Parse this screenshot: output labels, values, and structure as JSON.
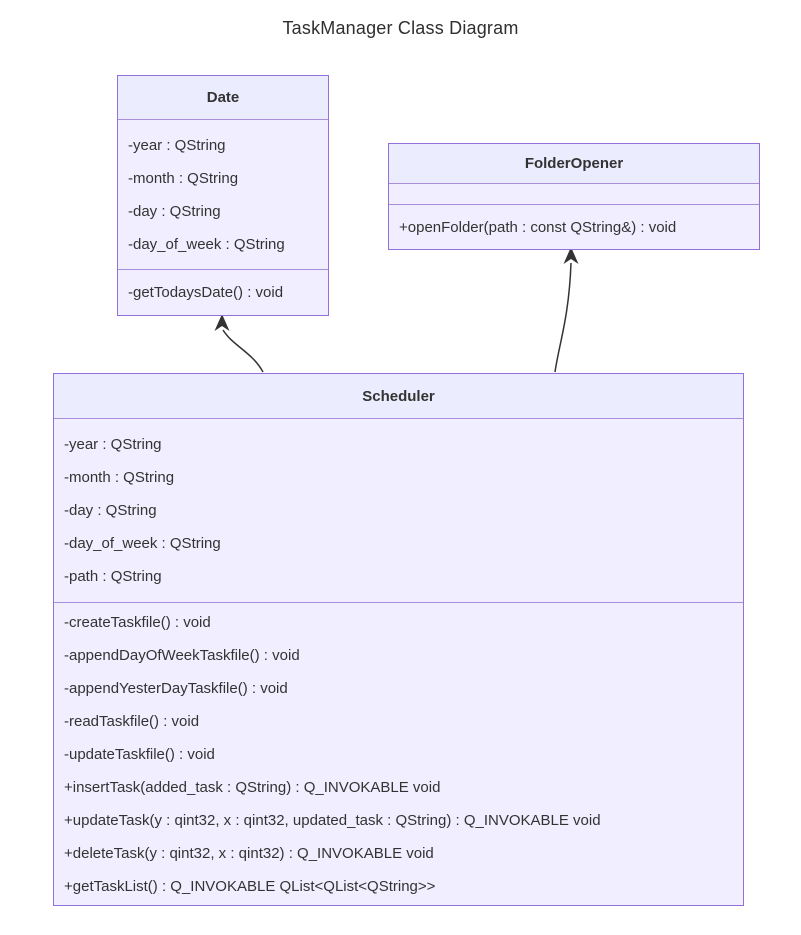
{
  "title": "TaskManager Class Diagram",
  "colors": {
    "box_border": "#9370DB",
    "header_fill": "#ECECFF",
    "body_fill": "#f1efff",
    "divider": "#a98edb",
    "text": "#333333",
    "arrow": "#333333",
    "background": "#ffffff"
  },
  "classes": [
    {
      "name": "Date",
      "attributes": [
        "-year : QString",
        "-month : QString",
        "-day : QString",
        "-day_of_week : QString"
      ],
      "methods": [
        "-getTodaysDate() : void"
      ]
    },
    {
      "name": "FolderOpener",
      "attributes": [],
      "methods": [
        "+openFolder(path : const QString&) : void"
      ]
    },
    {
      "name": "Scheduler",
      "attributes": [
        "-year : QString",
        "-month : QString",
        "-day : QString",
        "-day_of_week : QString",
        "-path : QString"
      ],
      "methods": [
        "-createTaskfile() : void",
        "-appendDayOfWeekTaskfile() : void",
        "-appendYesterDayTaskfile() : void",
        "-readTaskfile() : void",
        "-updateTaskfile() : void",
        "+insertTask(added_task : QString) : Q_INVOKABLE void",
        "+updateTask(y : qint32, x : qint32, updated_task : QString) : Q_INVOKABLE void",
        "+deleteTask(y : qint32, x : qint32) : Q_INVOKABLE void",
        "+getTaskList() : Q_INVOKABLE QList<QList<QString>>"
      ]
    }
  ],
  "relations": [
    {
      "from": "Scheduler",
      "to": "Date"
    },
    {
      "from": "Scheduler",
      "to": "FolderOpener"
    }
  ]
}
